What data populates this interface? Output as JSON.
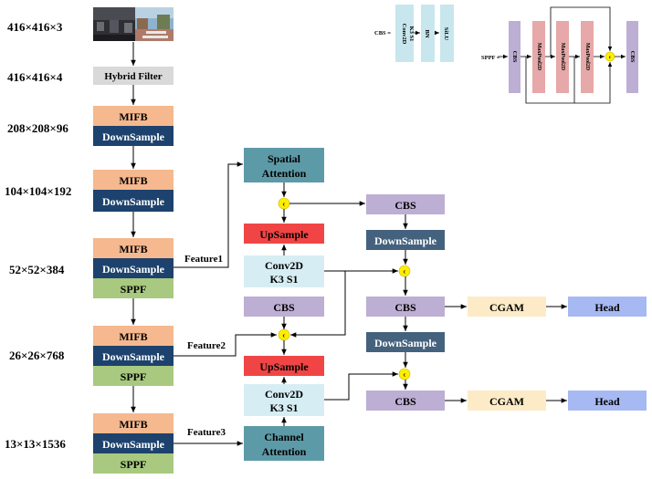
{
  "dims": {
    "d1": "416×416×3",
    "d2": "416×416×4",
    "d3": "208×208×96",
    "d4": "104×104×192",
    "d5": "52×52×384",
    "d6": "26×26×768",
    "d7": "13×13×1536"
  },
  "backbone": {
    "hybrid_filter": "Hybrid Filter",
    "mifb": "MIFB",
    "downsample": "DownSample",
    "sppf": "SPPF"
  },
  "features": {
    "f1": "Feature1",
    "f2": "Feature2",
    "f3": "Feature3"
  },
  "neck": {
    "spatial_attention_1": "Spatial",
    "spatial_attention_2": "Attention",
    "channel_attention_1": "Channel",
    "channel_attention_2": "Attention",
    "upsample": "UpSample",
    "conv2d_1": "Conv2D",
    "conv2d_2": "K3 S1",
    "cbs": "CBS",
    "downsample": "DownSample",
    "concat": "c"
  },
  "heads": {
    "cgam": "CGAM",
    "head": "Head"
  },
  "legend": {
    "cbs_label": "CBS =",
    "cbs_conv_1": "Conv2D",
    "cbs_conv_2": "K3 S1",
    "cbs_bn": "BN",
    "cbs_silu": "SiLU",
    "sppf_label": "SPPF =",
    "sppf_cbs": "CBS",
    "sppf_maxpool": "MaxPool2D",
    "concat": "c"
  },
  "colors": {
    "mifb": "#f6b88e",
    "downsample": "#1d426d",
    "sppf": "#a8c97f",
    "hybrid": "#d9d9d9",
    "attention": "#5d9aa8",
    "upsample": "#f14545",
    "conv": "#d6eef3",
    "cbs": "#bdaed3",
    "neck_downsample": "#44627e",
    "cgam": "#fcebc6",
    "head": "#a7b9f2",
    "concat": "#ffee00",
    "maxpool": "#e6a8a8",
    "legend_cbs": "#c8e6ee"
  }
}
